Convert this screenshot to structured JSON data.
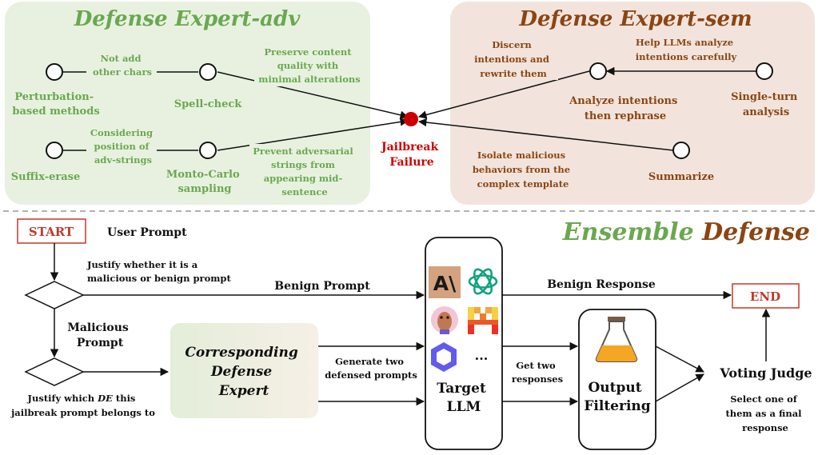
{
  "colors": {
    "adv_green": "#6aa84f",
    "sem_brown": "#8b4513",
    "adv_panel": "#e8f1e0",
    "sem_panel": "#f2e4dc",
    "start_red": "#c0392b",
    "failure_red": "#cc0000"
  },
  "adv": {
    "title": "Defense Expert-adv",
    "nodes": {
      "perturbation": [
        "Perturbation-",
        "based methods"
      ],
      "spell_check": "Spell-check",
      "suffix_erase": "Suffix-erase",
      "monte_carlo": [
        "Monto-Carlo",
        "sampling"
      ]
    },
    "edges": {
      "not_add": [
        "Not add",
        "other chars"
      ],
      "considering": [
        "Considering",
        "position of",
        "adv-strings"
      ],
      "preserve": [
        "Preserve content",
        "quality with",
        "minimal alterations"
      ],
      "prevent": [
        "Prevent adversarial",
        "strings from",
        "appearing mid-",
        "sentence"
      ]
    }
  },
  "sem": {
    "title": "Defense Expert-sem",
    "nodes": {
      "analyze": [
        "Analyze intentions",
        "then rephrase"
      ],
      "single_turn": [
        "Single-turn",
        "analysis"
      ],
      "summarize": "Summarize"
    },
    "edges": {
      "help": [
        "Help LLMs analyze",
        "intentions carefully"
      ],
      "discern": [
        "Discern",
        "intentions and",
        "rewrite them"
      ],
      "isolate": [
        "Isolate malicious",
        "behaviors from the",
        "complex template"
      ]
    }
  },
  "jailbreak": [
    "Jailbreak",
    "Failure"
  ],
  "ensemble": {
    "word1": "Ensemble",
    "word2": "Defense"
  },
  "flow": {
    "start": "START",
    "end": "END",
    "user_prompt": "User Prompt",
    "justify_malicious": [
      "Justify whether it is a",
      "malicious or benign prompt"
    ],
    "benign_prompt": "Benign Prompt",
    "malicious_prompt": [
      "Malicious",
      "Prompt"
    ],
    "justify_de": [
      "Justify which ",
      "DE",
      " this",
      "jailbreak prompt belongs to"
    ],
    "corresponding": [
      "Corresponding",
      "Defense",
      "Expert"
    ],
    "generate_two": [
      "Generate two",
      "defensed prompts"
    ],
    "target_llm": [
      "Target",
      "LLM"
    ],
    "ellipsis": "...",
    "get_two": [
      "Get two",
      "responses"
    ],
    "output_filtering": [
      "Output",
      "Filtering"
    ],
    "benign_response": "Benign Response",
    "voting_judge": "Voting Judge",
    "select_one": [
      "Select one of",
      "them as a final",
      "response"
    ]
  },
  "icons": [
    "anthropic-logo-icon",
    "openai-logo-icon",
    "llama-mascot-icon",
    "mistral-logo-icon",
    "qwen-logo-icon",
    "filter-flask-icon"
  ]
}
